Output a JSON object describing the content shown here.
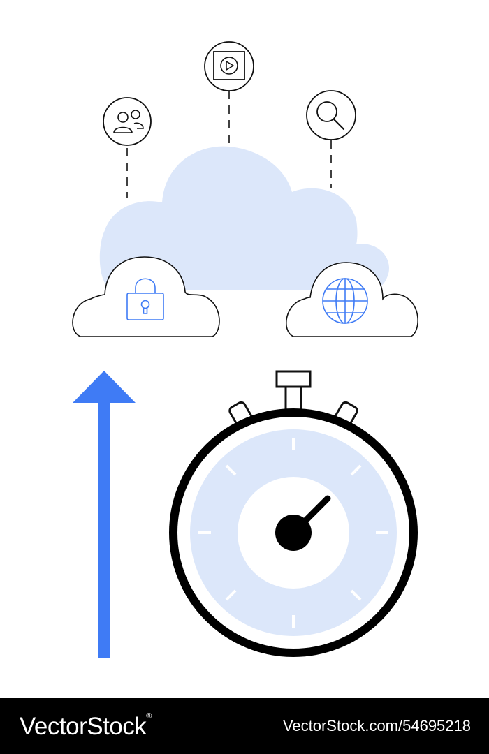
{
  "colors": {
    "background": "#ffffff",
    "outline": "#111111",
    "accent_blue": "#3f7bf5",
    "light_blue": "#dce7fa",
    "footer": "#000000",
    "footer_text": "#ffffff"
  },
  "icons": {
    "top_left_circle": "users-icon",
    "top_center_circle": "play-window-icon",
    "top_right_circle": "search-icon",
    "left_cloud": "padlock-icon",
    "right_cloud": "globe-icon",
    "main_cloud": "cloud-icon",
    "arrow": "arrow-up-icon",
    "timer": "stopwatch-icon"
  },
  "stopwatch": {
    "tick_count": 8
  },
  "footer": {
    "brand": "VectorStock",
    "brand_mark": "®",
    "stock_id": "VectorStock.com/54695218"
  }
}
